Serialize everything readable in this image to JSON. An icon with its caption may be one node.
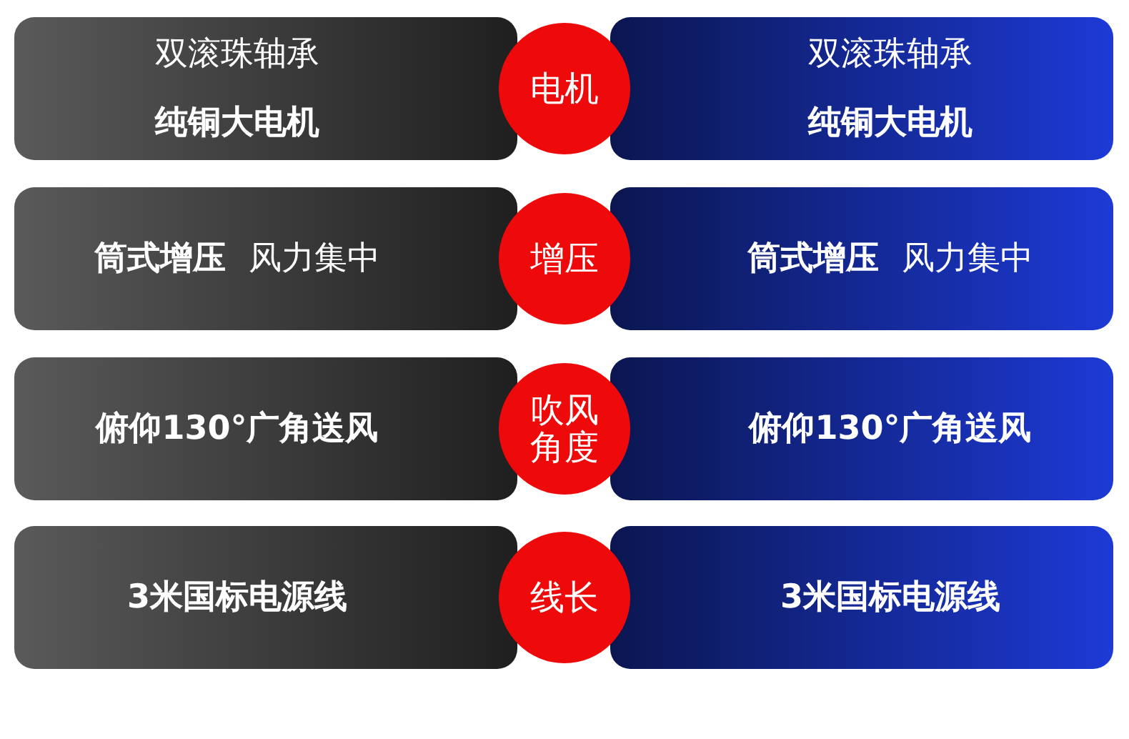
{
  "diagram": {
    "nodes": [
      {
        "text": [
          "双滚珠轴承",
          "纯铜大电机"
        ]
      },
      {
        "text": [
          "电机"
        ]
      },
      {
        "text": [
          "双滚珠轴承",
          "纯铜大电机"
        ]
      },
      {
        "text": [
          "筒式增压",
          "风力集中"
        ]
      },
      {
        "text": [
          "增压"
        ]
      },
      {
        "text": [
          "筒式增压",
          "风力集中"
        ]
      },
      {
        "text": [
          "俯仰130°广角送风"
        ]
      },
      {
        "text": [
          "吹风角度"
        ]
      },
      {
        "text": [
          "俯仰130°广角送风"
        ]
      },
      {
        "text": [
          "3米国标电源线"
        ]
      },
      {
        "text": [
          "线长"
        ]
      },
      {
        "text": [
          "3米国标电源线"
        ]
      }
    ]
  }
}
